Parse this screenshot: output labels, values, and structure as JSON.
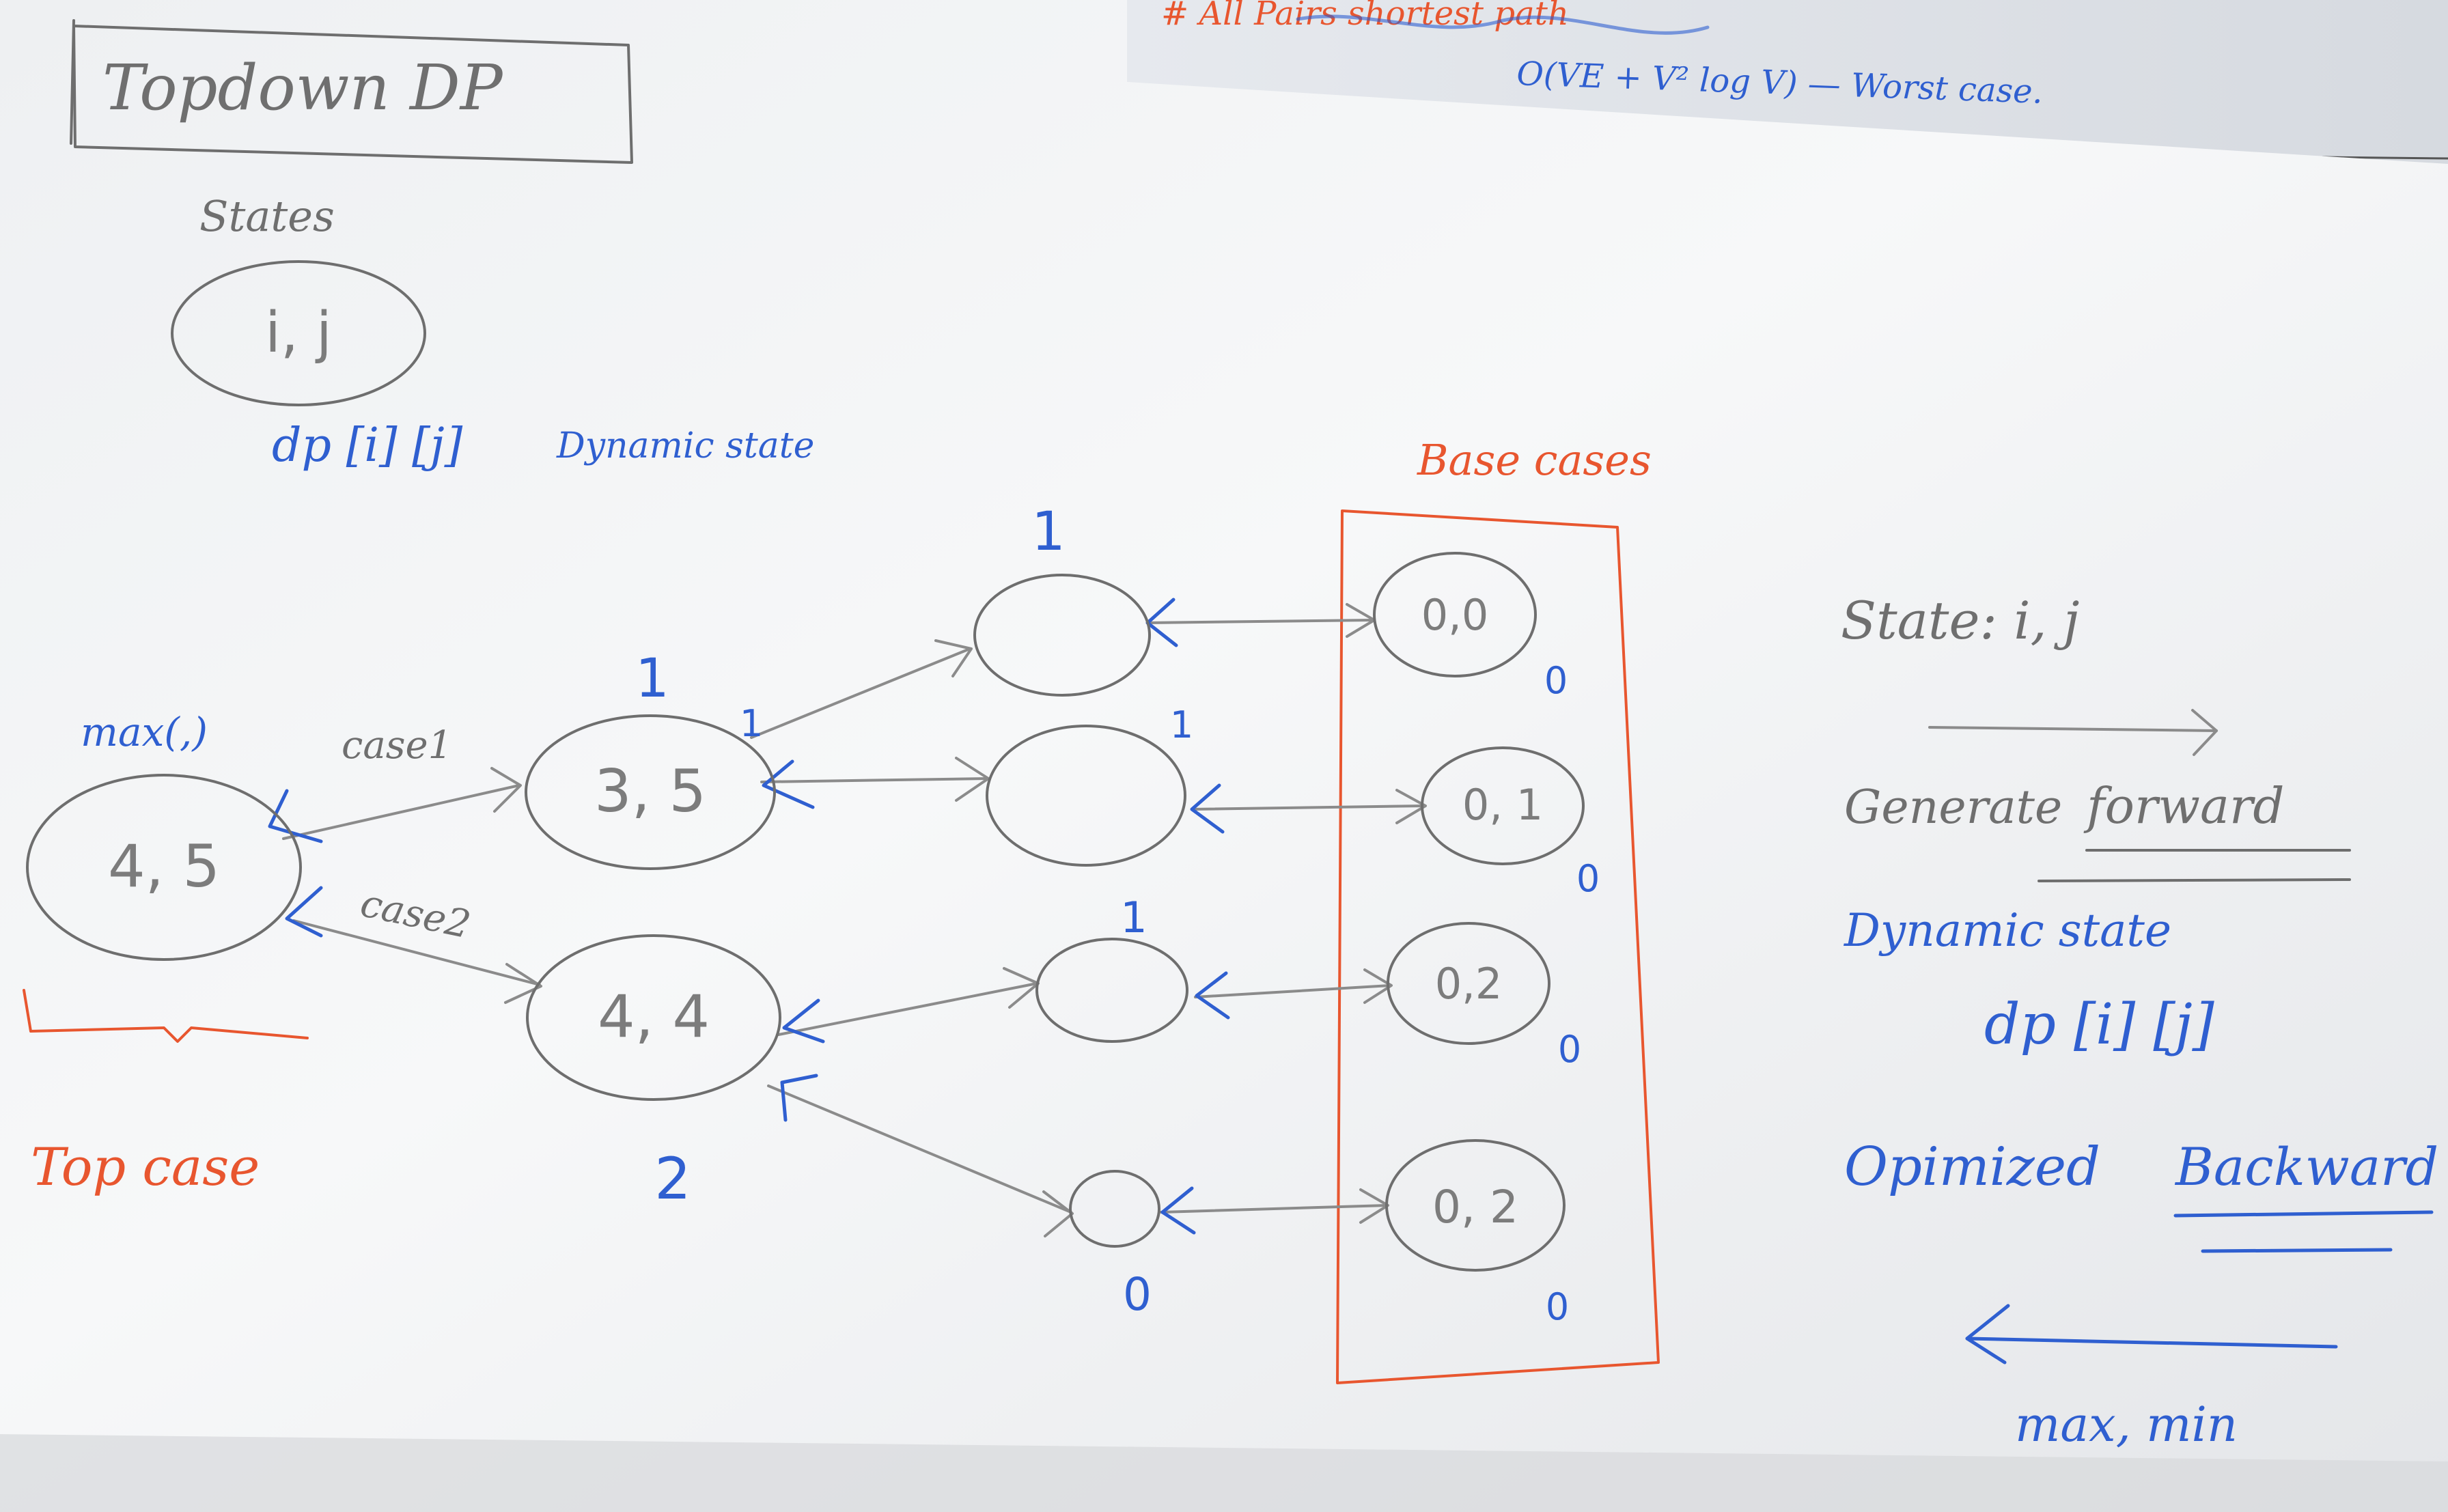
{
  "title": "Topdown DP",
  "states_label": "States",
  "states_node": "i, j",
  "dp_expr": "dp [i] [j]",
  "dynamic_state_label": "Dynamic state",
  "base_cases_label": "Base cases",
  "top_case_label": "Top case",
  "max_label": "max(,)",
  "case1_label": "case1",
  "case2_label": "case2",
  "nodes": {
    "n45": "4, 5",
    "n35": "3, 5",
    "n44": "4, 4",
    "b00": "0,0",
    "b01": "0, 1",
    "b02a": "0,2",
    "b02b": "0, 2"
  },
  "values": {
    "v35": "1",
    "v44": "2",
    "v_top": "1",
    "v_mid_upper": "1",
    "v_mid_lower": "1",
    "v_bottom": "0",
    "v35_edge": "1",
    "b00": "0",
    "b01": "0",
    "b02a": "0",
    "b02b": "0"
  },
  "right": {
    "state_label": "State: i, j",
    "generate_label": "Generate",
    "forward_label": "forward",
    "dynamic_state_label": "Dynamic state",
    "dp_expr": "dp [i] [j]",
    "optimized_label": "Opimized",
    "backward_label": "Backward",
    "max_min_label": "max, min"
  },
  "background_notes": {
    "red_note": "# All Pairs shortest path",
    "blue_note": "O(VE + V² log V) — Worst case."
  },
  "colors": {
    "paper": "#f7f8f9",
    "pencil": "#8b8b8b",
    "blue_ink": "#2f5fd0",
    "red_ink": "#e8562f"
  }
}
